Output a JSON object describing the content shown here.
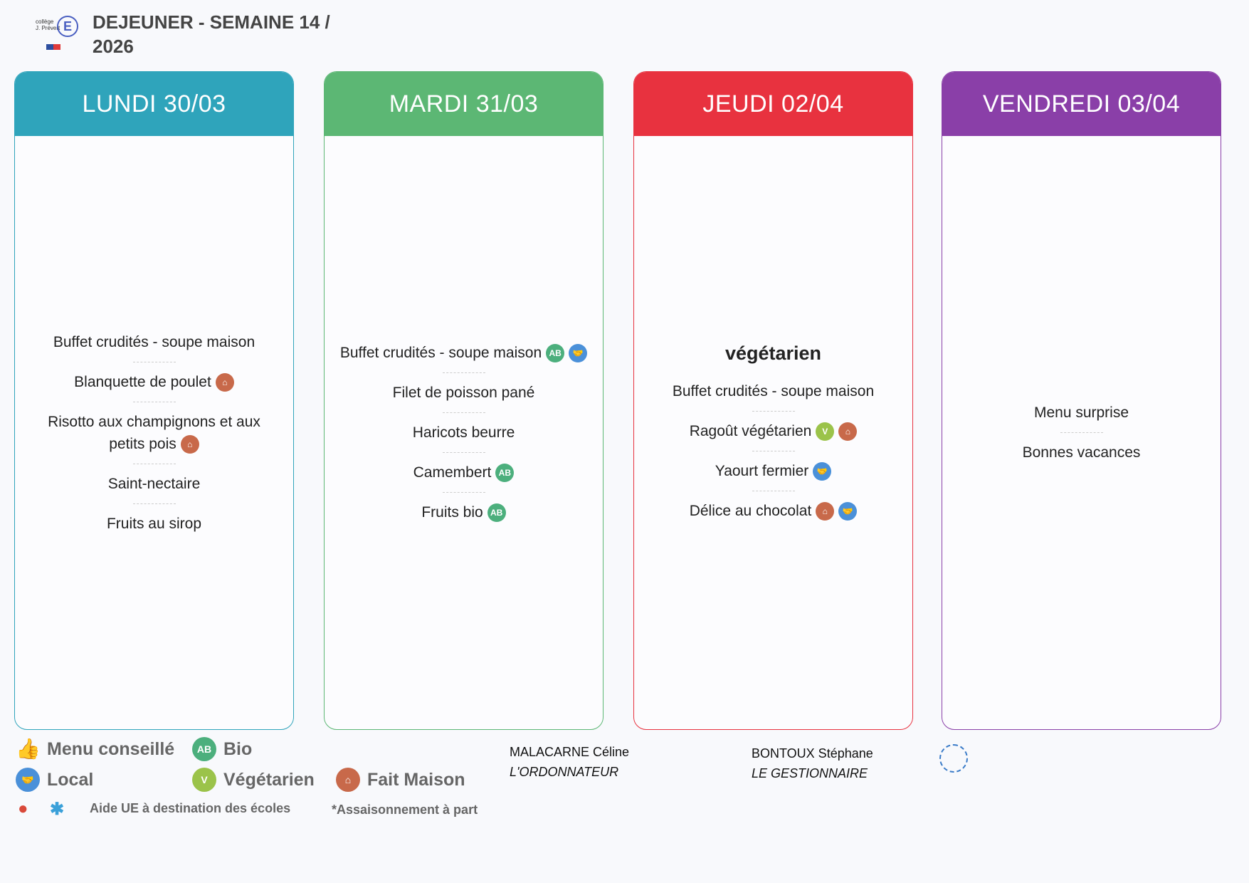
{
  "header": {
    "title_line1": "DEJEUNER - SEMAINE 14 /",
    "title_line2": "2026",
    "logo_text": "collège Jacques Prévert"
  },
  "days": [
    {
      "label": "LUNDI 30/03",
      "color": "#2fa4bb",
      "items": [
        {
          "text": "Buffet crudités - soupe maison",
          "icons": []
        },
        {
          "text": "Blanquette de poulet",
          "icons": [
            "fait-maison"
          ]
        },
        {
          "text": "Risotto aux champignons et aux petits pois",
          "icons": [
            "fait-maison"
          ]
        },
        {
          "text": "Saint-nectaire",
          "icons": []
        },
        {
          "text": "Fruits au sirop",
          "icons": []
        }
      ]
    },
    {
      "label": "MARDI 31/03",
      "color": "#5cb774",
      "items": [
        {
          "text": "Buffet crudités - soupe maison",
          "icons": [
            "bio",
            "local"
          ]
        },
        {
          "text": "Filet de poisson pané",
          "icons": []
        },
        {
          "text": "Haricots beurre",
          "icons": []
        },
        {
          "text": "Camembert",
          "icons": [
            "bio"
          ]
        },
        {
          "text": "Fruits bio",
          "icons": [
            "bio"
          ]
        }
      ]
    },
    {
      "label": "JEUDI 02/04",
      "color": "#e8323f",
      "special": "végétarien",
      "items": [
        {
          "text": "Buffet crudités - soupe maison",
          "icons": []
        },
        {
          "text": "Ragoût végétarien",
          "icons": [
            "vegetarien",
            "fait-maison"
          ]
        },
        {
          "text": "Yaourt fermier",
          "icons": [
            "local"
          ]
        },
        {
          "text": "Délice au chocolat",
          "icons": [
            "fait-maison",
            "local"
          ]
        }
      ]
    },
    {
      "label": "VENDREDI 03/04",
      "color": "#8a3fa8",
      "items": [
        {
          "text": "Menu surprise",
          "icons": []
        },
        {
          "text": "Bonnes vacances",
          "icons": []
        }
      ]
    }
  ],
  "legend": {
    "menu_conseille": "Menu conseillé",
    "bio": "Bio",
    "local": "Local",
    "vegetarien": "Végétarien",
    "fait_maison": "Fait Maison",
    "aide_ue": "Aide UE à destination des écoles",
    "assaisonnement": "*Assaisonnement à part"
  },
  "icon_colors": {
    "bio": "#4caf7d",
    "local": "#4a90d9",
    "vegetarien": "#9bc34a",
    "fait-maison": "#c8694a"
  },
  "signatures": [
    {
      "name": "MALACARNE Céline",
      "role": "L'ORDONNATEUR"
    },
    {
      "name": "BONTOUX Stéphane",
      "role": "LE GESTIONNAIRE"
    }
  ]
}
